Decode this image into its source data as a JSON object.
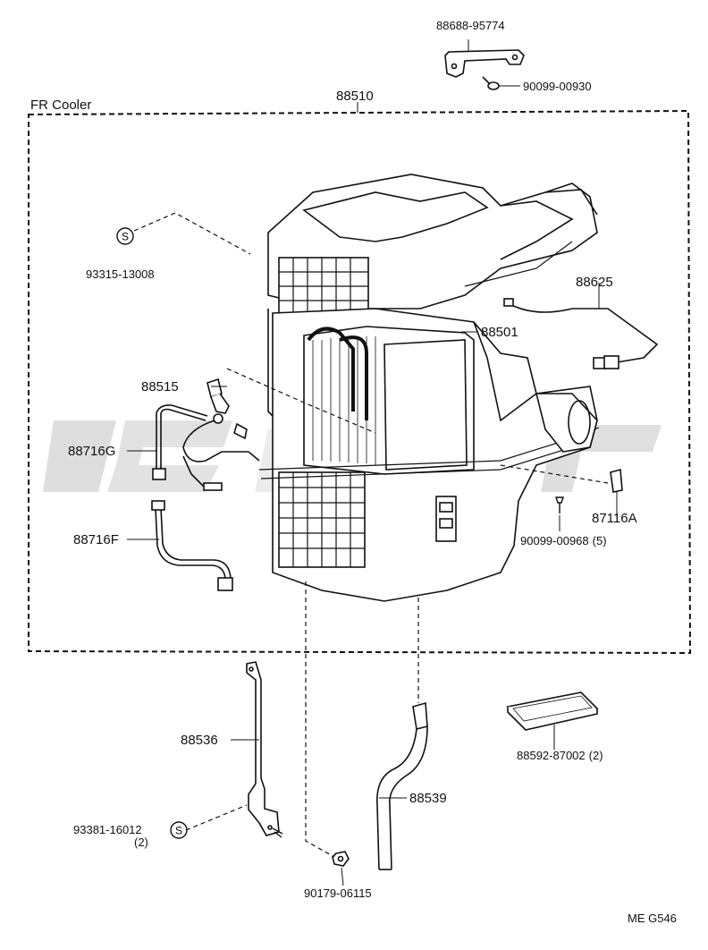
{
  "group": "FR Cooler",
  "drawing_code": "ME G546",
  "parts": {
    "p88688": {
      "number": "88688-95774"
    },
    "p90099_930": {
      "number": "90099-00930"
    },
    "p88510": {
      "number": "88510"
    },
    "p93315": {
      "number": "93315-13008"
    },
    "p88625": {
      "number": "88625"
    },
    "p88501": {
      "number": "88501"
    },
    "p88515": {
      "number": "88515"
    },
    "p88716G": {
      "number": "88716G"
    },
    "p88716F": {
      "number": "88716F"
    },
    "p87116A": {
      "number": "87116A"
    },
    "p90099_968": {
      "number": "90099-00968",
      "qty": "(5)"
    },
    "p88536": {
      "number": "88536"
    },
    "p88539": {
      "number": "88539"
    },
    "p88592": {
      "number": "88592-87002",
      "qty": "(2)"
    },
    "p93381": {
      "number": "93381-16012",
      "qty": "(2)"
    },
    "p90179": {
      "number": "90179-06115"
    }
  },
  "symbols": {
    "s_mark": "S"
  },
  "icons": [
    "bracket-icon",
    "screw-icon",
    "seal-icon",
    "cooler-unit-icon",
    "evaporator-icon",
    "expansion-valve-icon",
    "pipe-icon",
    "wire-harness-icon",
    "clip-icon",
    "filter-icon",
    "drain-hose-icon",
    "nut-icon"
  ],
  "colors": {
    "ink": "#111111",
    "watermark": "#d9d9d9"
  }
}
